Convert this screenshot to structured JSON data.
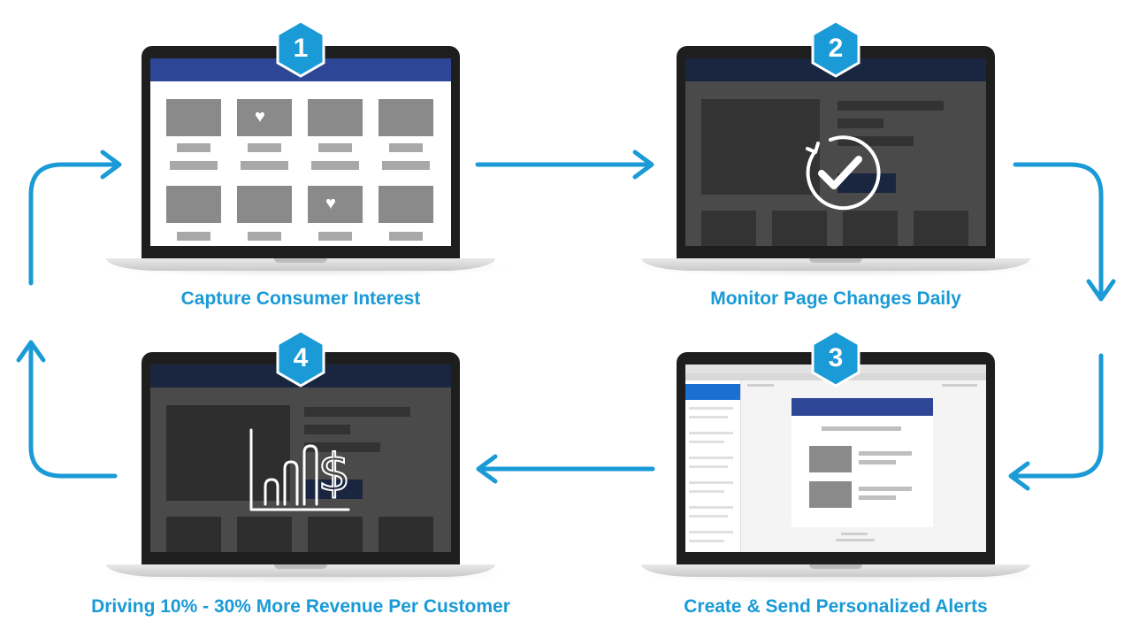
{
  "colors": {
    "accent": "#1a9ad6",
    "navbar_light": "#2e4696",
    "navbar_dark": "#1a2540",
    "screen_dark": "#4a4a4a",
    "block_light": "#8a8a8a",
    "block_dark": "#2e2e2e"
  },
  "steps": [
    {
      "number": "1",
      "caption": "Capture Consumer Interest",
      "icon": "heart-icon"
    },
    {
      "number": "2",
      "caption": "Monitor Page Changes Daily",
      "icon": "refresh-check-icon"
    },
    {
      "number": "3",
      "caption": "Create & Send Personalized Alerts",
      "icon": "email-preview"
    },
    {
      "number": "4",
      "caption": "Driving 10% - 30% More Revenue Per Customer",
      "icon": "revenue-chart-icon"
    }
  ]
}
